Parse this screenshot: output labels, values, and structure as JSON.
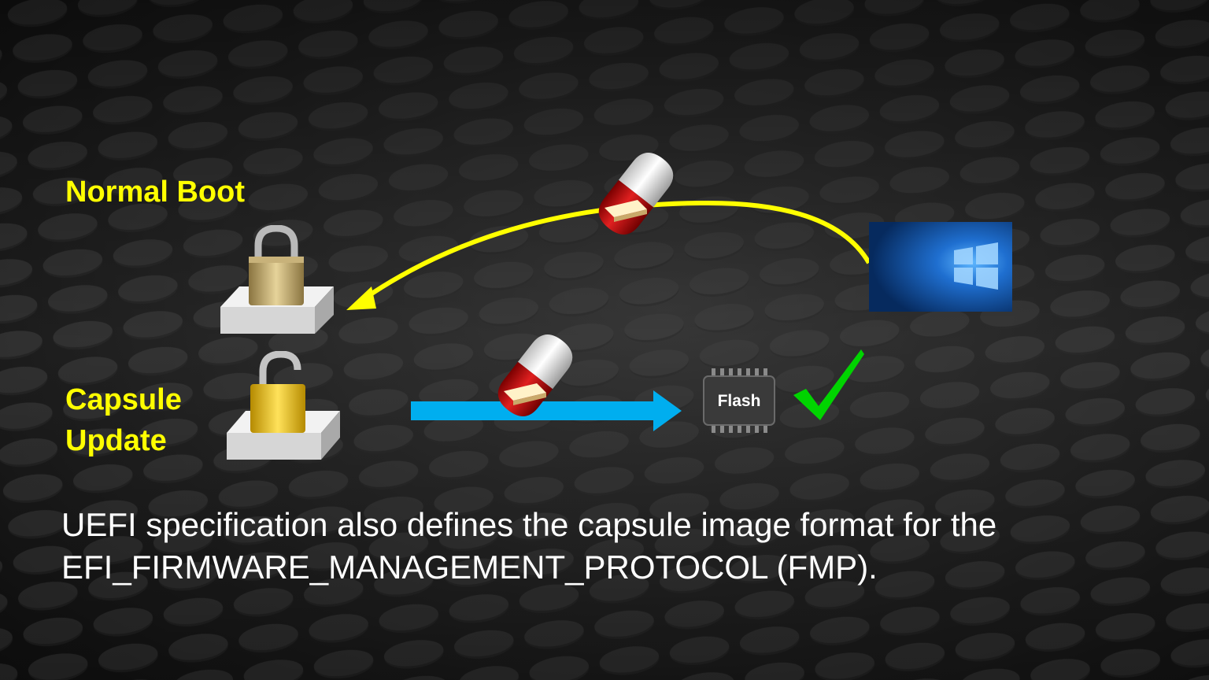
{
  "labels": {
    "normal_boot": "Normal Boot",
    "capsule_line1": "Capsule",
    "capsule_line2": "Update",
    "chip": "Flash"
  },
  "caption": {
    "line1": "UEFI specification also defines the capsule image format for the",
    "line2": "EFI_FIRMWARE_MANAGEMENT_PROTOCOL (FMP)."
  },
  "icons": [
    "padlock-locked-icon",
    "padlock-unlocked-icon",
    "capsule-pill-icon",
    "windows-logo-icon",
    "flash-chip-icon",
    "checkmark-icon",
    "arrow-icon"
  ],
  "colors": {
    "label": "#ffff00",
    "caption": "#ffffff",
    "curved_arrow": "#ffff00",
    "straight_arrow": "#00aeef",
    "checkmark": "#00e000",
    "pill_red": "#c00000",
    "windows_blue": "#0a4fa8"
  }
}
